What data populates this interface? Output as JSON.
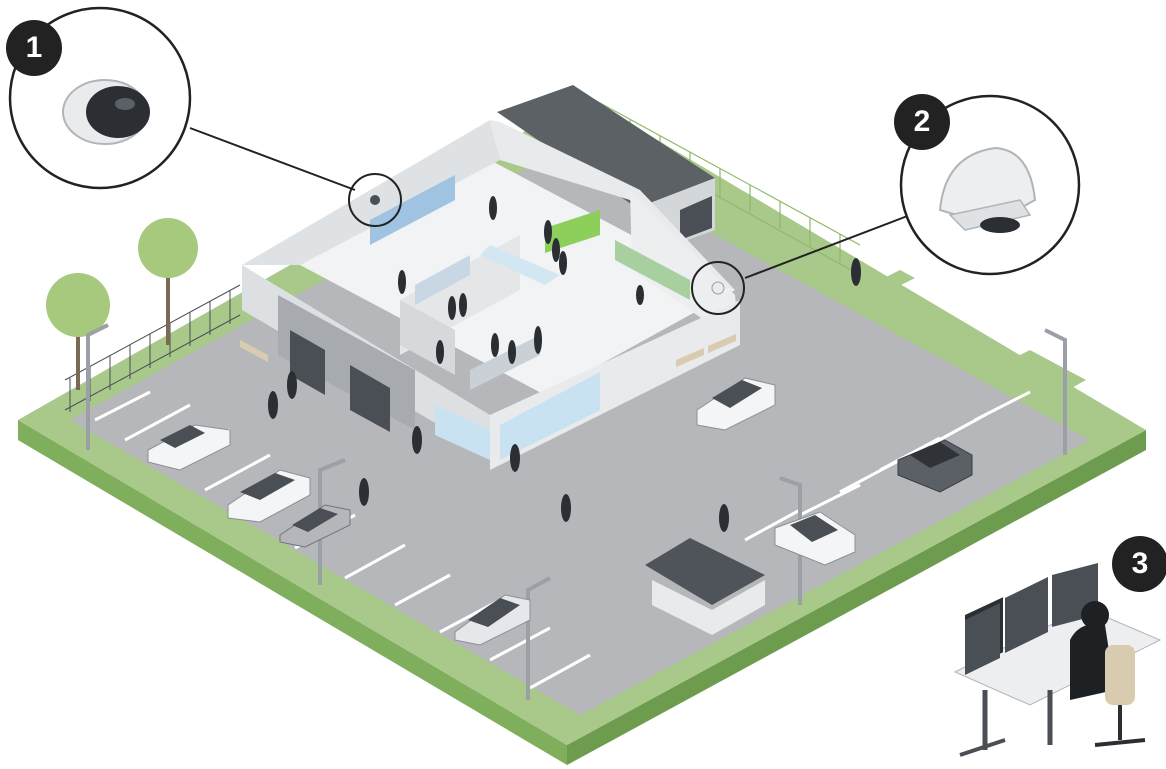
{
  "callouts": [
    {
      "number": "1",
      "icon": "dome-camera-icon"
    },
    {
      "number": "2",
      "icon": "outdoor-dome-camera-icon"
    },
    {
      "number": "3",
      "icon": "operator-workstation-icon"
    }
  ],
  "colors": {
    "grass": "#a9c98a",
    "grass_side": "#7fae5c",
    "asphalt": "#b5b7ba",
    "building_wall": "#e3e6e9",
    "roof": "#5c6166",
    "window_blue": "#c9e2f2",
    "badge": "#222222"
  }
}
